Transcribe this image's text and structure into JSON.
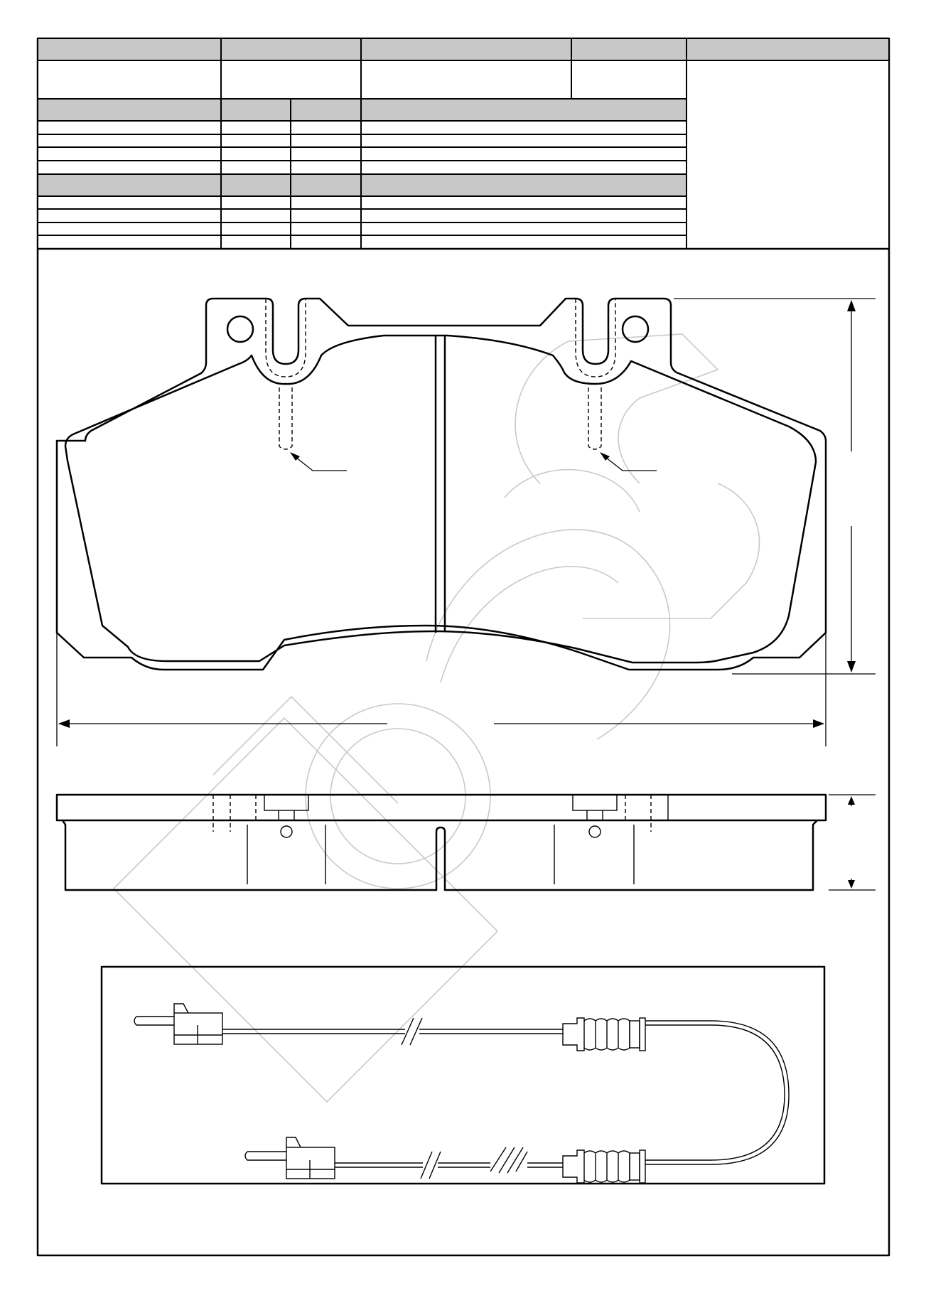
{
  "drawing": {
    "header_row": [
      "",
      "",
      "",
      "",
      ""
    ],
    "group_a_header": [
      "",
      "",
      "",
      ""
    ],
    "group_a_rows": [
      [
        "",
        "",
        "",
        ""
      ],
      [
        "",
        "",
        "",
        ""
      ],
      [
        "",
        "",
        "",
        ""
      ],
      [
        "",
        "",
        "",
        ""
      ]
    ],
    "group_b_header": [
      "",
      "",
      "",
      ""
    ],
    "group_b_rows": [
      [
        "",
        "",
        "",
        ""
      ],
      [
        "",
        "",
        "",
        ""
      ],
      [
        "",
        "",
        "",
        ""
      ],
      [
        "",
        "",
        "",
        ""
      ]
    ]
  },
  "views": [
    "pad-front-view",
    "pad-side-view",
    "wear-sensor-view"
  ],
  "colors": {
    "line": "#000000",
    "header_fill": "#c8c8c8",
    "watermark": "#c9c9c9",
    "paper": "#ffffff"
  }
}
